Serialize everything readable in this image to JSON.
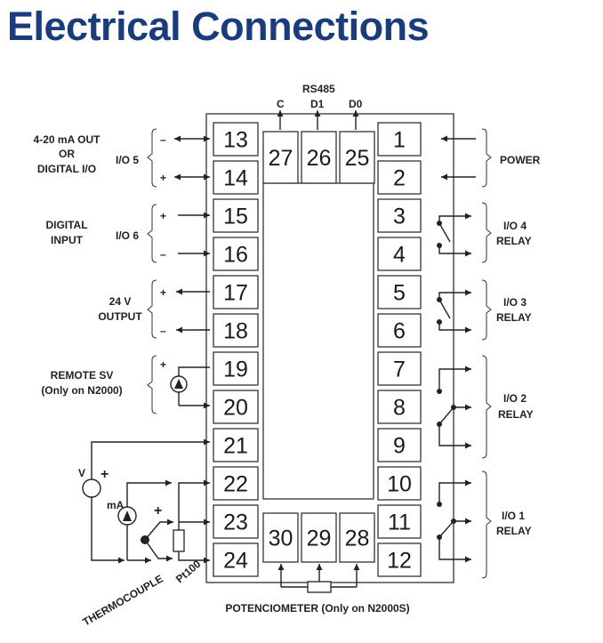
{
  "title": "Electrical Connections",
  "terminals": {
    "left": [
      "13",
      "14",
      "15",
      "16",
      "17",
      "18",
      "19",
      "20",
      "21",
      "22",
      "23",
      "24"
    ],
    "right": [
      "1",
      "2",
      "3",
      "4",
      "5",
      "6",
      "7",
      "8",
      "9",
      "10",
      "11",
      "12"
    ],
    "top": [
      "27",
      "26",
      "25"
    ],
    "bottom": [
      "30",
      "29",
      "28"
    ]
  },
  "labels": {
    "rs485": "RS485",
    "c": "C",
    "d1": "D1",
    "d0": "D0",
    "io5_desc": [
      "4-20 mA OUT",
      "OR",
      "DIGITAL I/O"
    ],
    "io5": "I/O 5",
    "io6_desc": [
      "DIGITAL",
      "INPUT"
    ],
    "io6": "I/O 6",
    "out24_desc": [
      "24 V",
      "OUTPUT"
    ],
    "remote_desc": [
      "REMOTE SV",
      "(Only on N2000)"
    ],
    "power": "POWER",
    "io4": [
      "I/O 4",
      "RELAY"
    ],
    "io3": [
      "I/O 3",
      "RELAY"
    ],
    "io2": [
      "I/O 2",
      "RELAY"
    ],
    "io1": [
      "I/O 1",
      "RELAY"
    ],
    "v": "V",
    "ma": "mA",
    "plus": "+",
    "minus": "–",
    "thermocouple": "THERMOCOUPLE",
    "pt100": "Pt100",
    "potentiometer": "POTENCIOMETER (Only on N2000S)"
  }
}
